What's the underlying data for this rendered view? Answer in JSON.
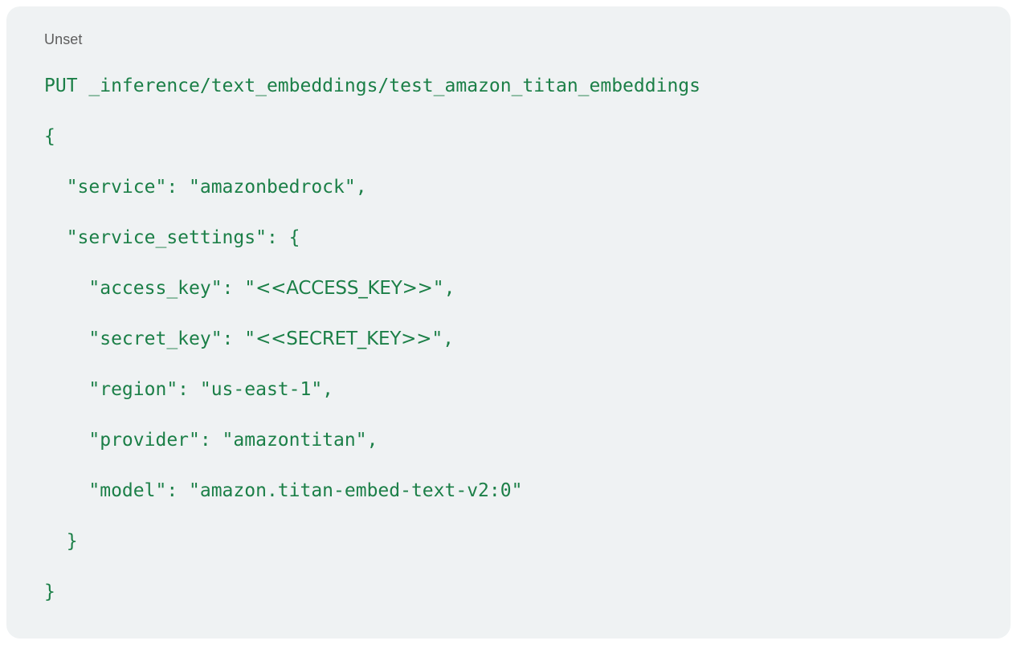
{
  "card": {
    "language_label": "Unset",
    "background_color": "#eff2f3",
    "code_color": "#1b7f47",
    "label_color": "#5d5d5d"
  },
  "code": {
    "language": "Unset",
    "full_text": "PUT _inference/text_embeddings/test_amazon_titan_embeddings\n{\n  \"service\": \"amazonbedrock\",\n  \"service_settings\": {\n    \"access_key\": \"<<ACCESS_KEY>>\",\n    \"secret_key\": \"<<SECRET_KEY>>\",\n    \"region\": \"us-east-1\",\n    \"provider\": \"amazontitan\",\n    \"model\": \"amazon.titan-embed-text-v2:0\"\n  }\n}",
    "lines": [
      "PUT _inference/text_embeddings/test_amazon_titan_embeddings",
      "{",
      "  \"service\": \"amazonbedrock\",",
      "  \"service_settings\": {",
      "    \"access_key\": \"<<ACCESS_KEY>>\",",
      "    \"secret_key\": \"<<SECRET_KEY>>\",",
      "    \"region\": \"us-east-1\",",
      "    \"provider\": \"amazontitan\",",
      "    \"model\": \"amazon.titan-embed-text-v2:0\"",
      "  }",
      "}"
    ],
    "request": {
      "method": "PUT",
      "path": "_inference/text_embeddings/test_amazon_titan_embeddings"
    },
    "body": {
      "service": "amazonbedrock",
      "service_settings": {
        "access_key": "<<ACCESS_KEY>>",
        "secret_key": "<<SECRET_KEY>>",
        "region": "us-east-1",
        "provider": "amazontitan",
        "model": "amazon.titan-embed-text-v2:0"
      }
    }
  }
}
